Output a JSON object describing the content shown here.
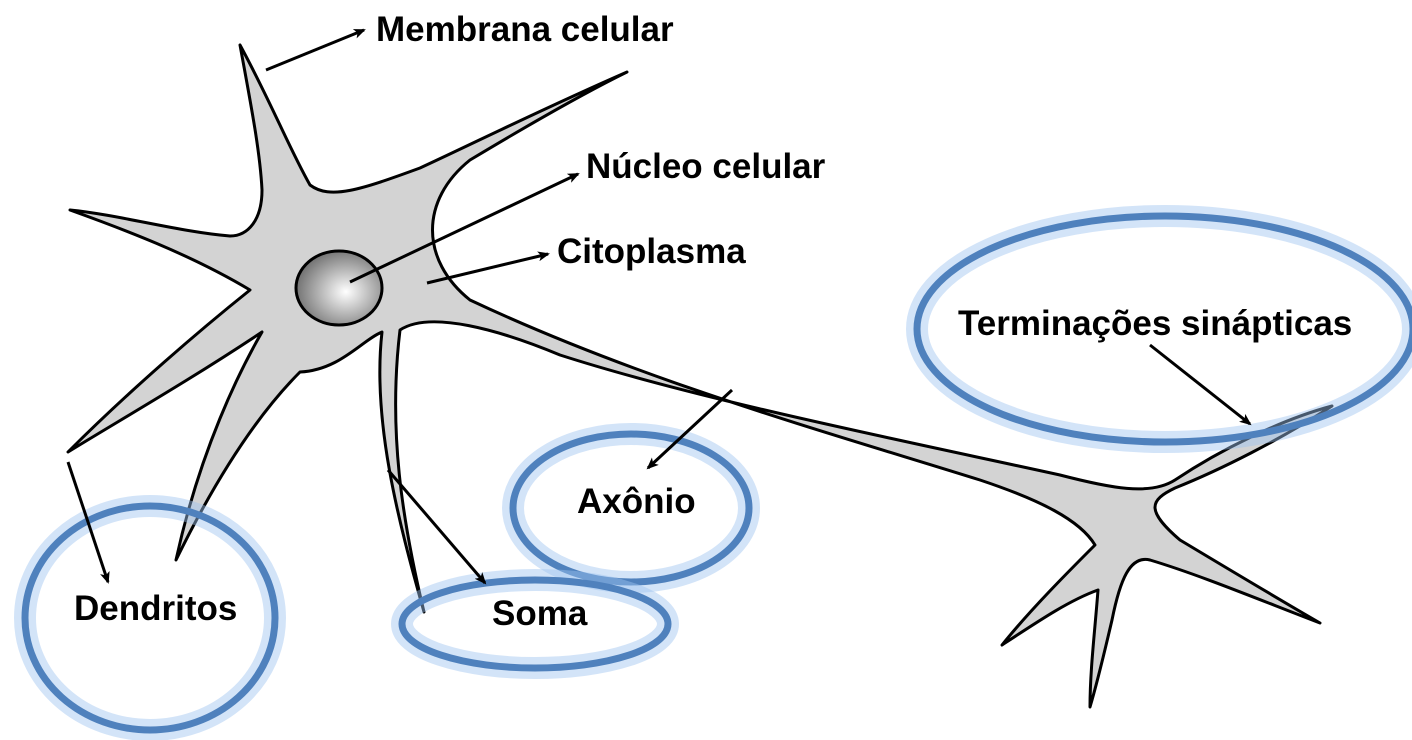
{
  "labels": {
    "membrane": "Membrana celular",
    "nucleus": "Núcleo celular",
    "cytoplasm": "Citoplasma",
    "synaptic_terminals": "Terminações sinápticas",
    "axon": "Axônio",
    "dendrites": "Dendritos",
    "soma": "Soma"
  },
  "colors": {
    "cell_fill": "#d3d3d3",
    "outline": "#000000",
    "highlight_ring": "#4f81bd",
    "highlight_glow": "#9ec3f0",
    "nucleus_light": "#ffffff",
    "nucleus_dark": "#6e6e6e"
  }
}
